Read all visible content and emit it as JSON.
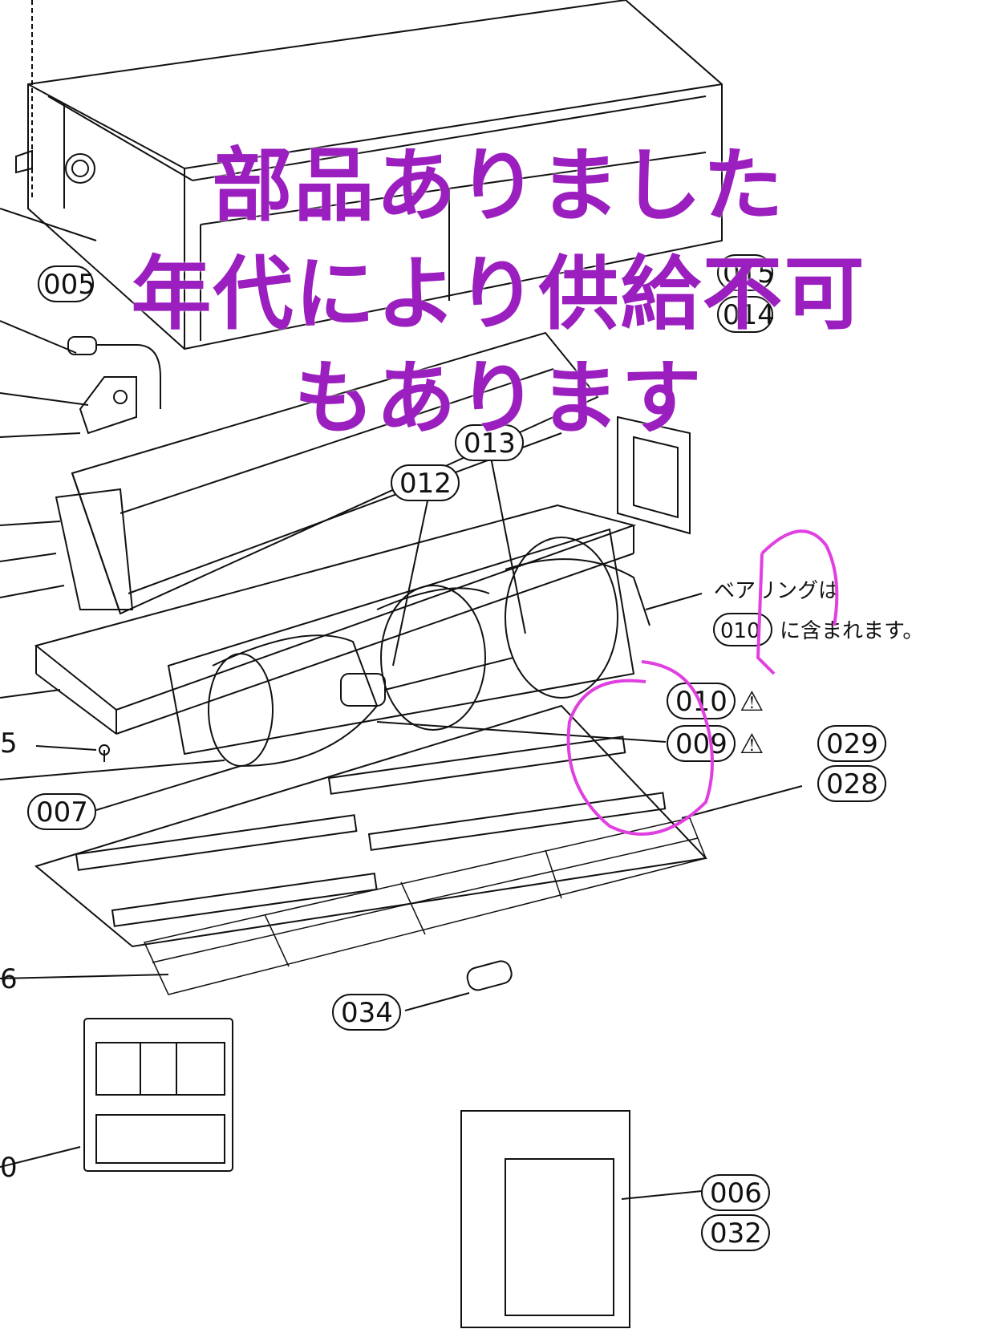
{
  "overlay": {
    "line1": "部品ありました",
    "line2": "年代により供給不可",
    "line3": "もあります",
    "color": "#9b1fbf"
  },
  "note": {
    "line1": "ベアリングは",
    "ref": "010",
    "line2": "に含まれます。"
  },
  "warning_symbol": "⚠",
  "callouts": {
    "p005": "005",
    "p015": "015",
    "p014": "014",
    "p013": "013",
    "p012": "012",
    "p010": "010",
    "p009": "009",
    "p029": "029",
    "p028": "028",
    "p007": "007",
    "p034": "034",
    "p006": "006",
    "p032": "032",
    "edge5": "5",
    "edge6": "6",
    "edge0": "0"
  },
  "markup_color": "#e040e0"
}
